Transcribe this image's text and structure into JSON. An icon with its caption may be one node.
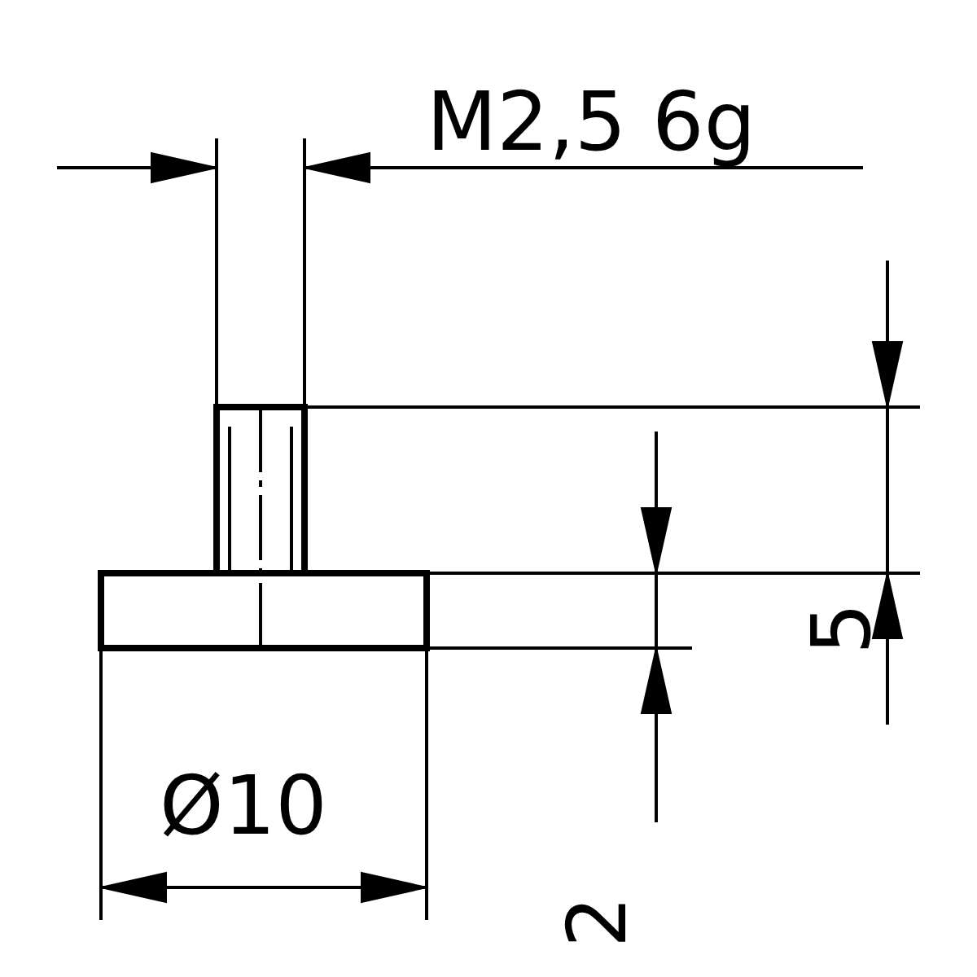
{
  "diagram": {
    "labels": [
      "M2,5 6g",
      "5",
      "Ø10",
      "2"
    ]
  }
}
